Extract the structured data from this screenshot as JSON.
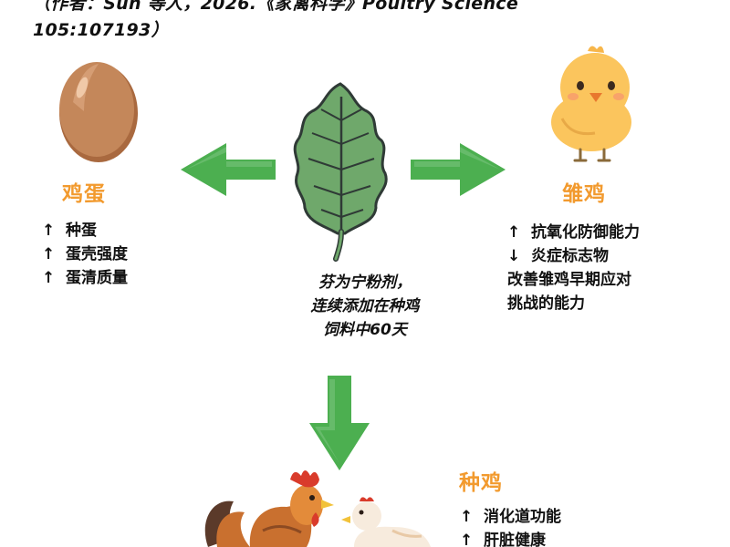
{
  "citation": "（作者：Sun 等人，2026.《家禽科学》Poultry Science\n105:107193）",
  "egg": {
    "title": "鸡蛋",
    "items": [
      {
        "symbol": "↑",
        "text": "种蛋"
      },
      {
        "symbol": "↑",
        "text": "蛋壳强度"
      },
      {
        "symbol": "↑",
        "text": "蛋清质量"
      }
    ]
  },
  "chick": {
    "title": "雏鸡",
    "items": [
      {
        "symbol": "↑",
        "text": "抗氧化防御能力"
      },
      {
        "symbol": "↓",
        "text": "炎症标志物"
      },
      {
        "symbol": "",
        "text": "改善雏鸡早期应对"
      },
      {
        "symbol": "",
        "text": "挑战的能力"
      }
    ]
  },
  "center": {
    "lines": [
      "芬为宁粉剂，",
      "连续添加在种鸡",
      "饲料中60天"
    ]
  },
  "breeder": {
    "title": "种鸡",
    "items": [
      {
        "symbol": "↑",
        "text": "消化道功能"
      },
      {
        "symbol": "↑",
        "text": "肝脏健康"
      }
    ]
  },
  "colors": {
    "heading": "#f29a2e",
    "arrow": "#4caf50",
    "leaf": "#6fa86b",
    "egg": "#c4875a",
    "chick": "#fbc55d"
  },
  "icons": [
    "egg-icon",
    "leaf-icon",
    "chick-icon",
    "rooster-icon",
    "hen-icon"
  ]
}
